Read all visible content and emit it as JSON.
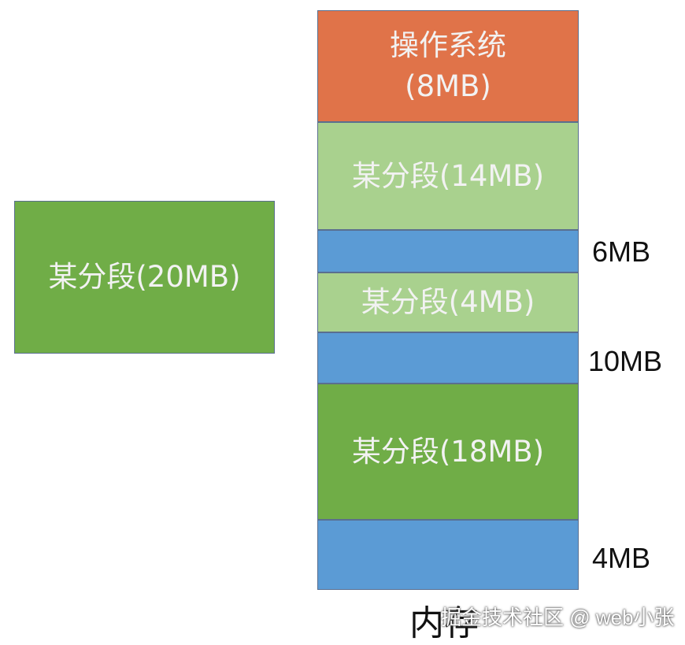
{
  "external_segment": {
    "label": "某分段(20MB)",
    "color": "#70ad47"
  },
  "memory": {
    "os": {
      "line1": "操作系统",
      "line2": "(8MB)",
      "color": "#e07349"
    },
    "segment_14": {
      "label": "某分段(14MB)",
      "color": "#a9d18e"
    },
    "free_6": {
      "label": "6MB",
      "color": "#5b9bd5"
    },
    "segment_4": {
      "label": "某分段(4MB)",
      "color": "#a9d18e"
    },
    "free_10": {
      "label": "10MB",
      "color": "#5b9bd5"
    },
    "segment_18": {
      "label": "某分段(18MB)",
      "color": "#70ad47"
    },
    "free_4": {
      "label": "4MB",
      "color": "#5b9bd5"
    },
    "caption": "内存"
  },
  "watermark": "掘金技术社区 @ web小张"
}
